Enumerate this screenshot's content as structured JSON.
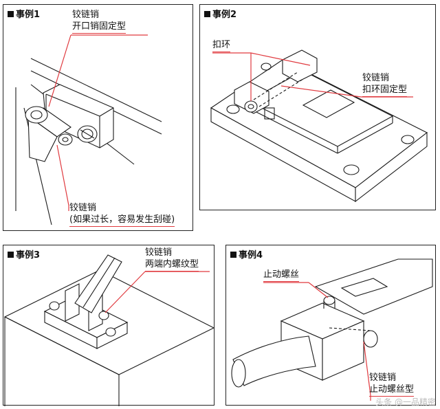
{
  "panels": [
    {
      "title": "事例1",
      "labels": [
        {
          "lines": [
            "铰链销",
            "开口销固定型"
          ]
        },
        {
          "lines": [
            "铰链销",
            "(如果过长，容易发生刮碰)"
          ]
        }
      ]
    },
    {
      "title": "事例2",
      "labels": [
        {
          "lines": [
            "扣环"
          ]
        },
        {
          "lines": [
            "铰链销",
            "扣环固定型"
          ]
        }
      ]
    },
    {
      "title": "事例3",
      "labels": [
        {
          "lines": [
            "铰链销",
            "两端内螺纹型"
          ]
        }
      ]
    },
    {
      "title": "事例4",
      "labels": [
        {
          "lines": [
            "止动螺丝"
          ]
        },
        {
          "lines": [
            "铰链销",
            "止动螺丝型"
          ]
        }
      ]
    }
  ],
  "colors": {
    "leader": "#e0393e",
    "line": "#1a1a1a",
    "border": "#222222"
  },
  "watermark": "头条 @一品精密"
}
